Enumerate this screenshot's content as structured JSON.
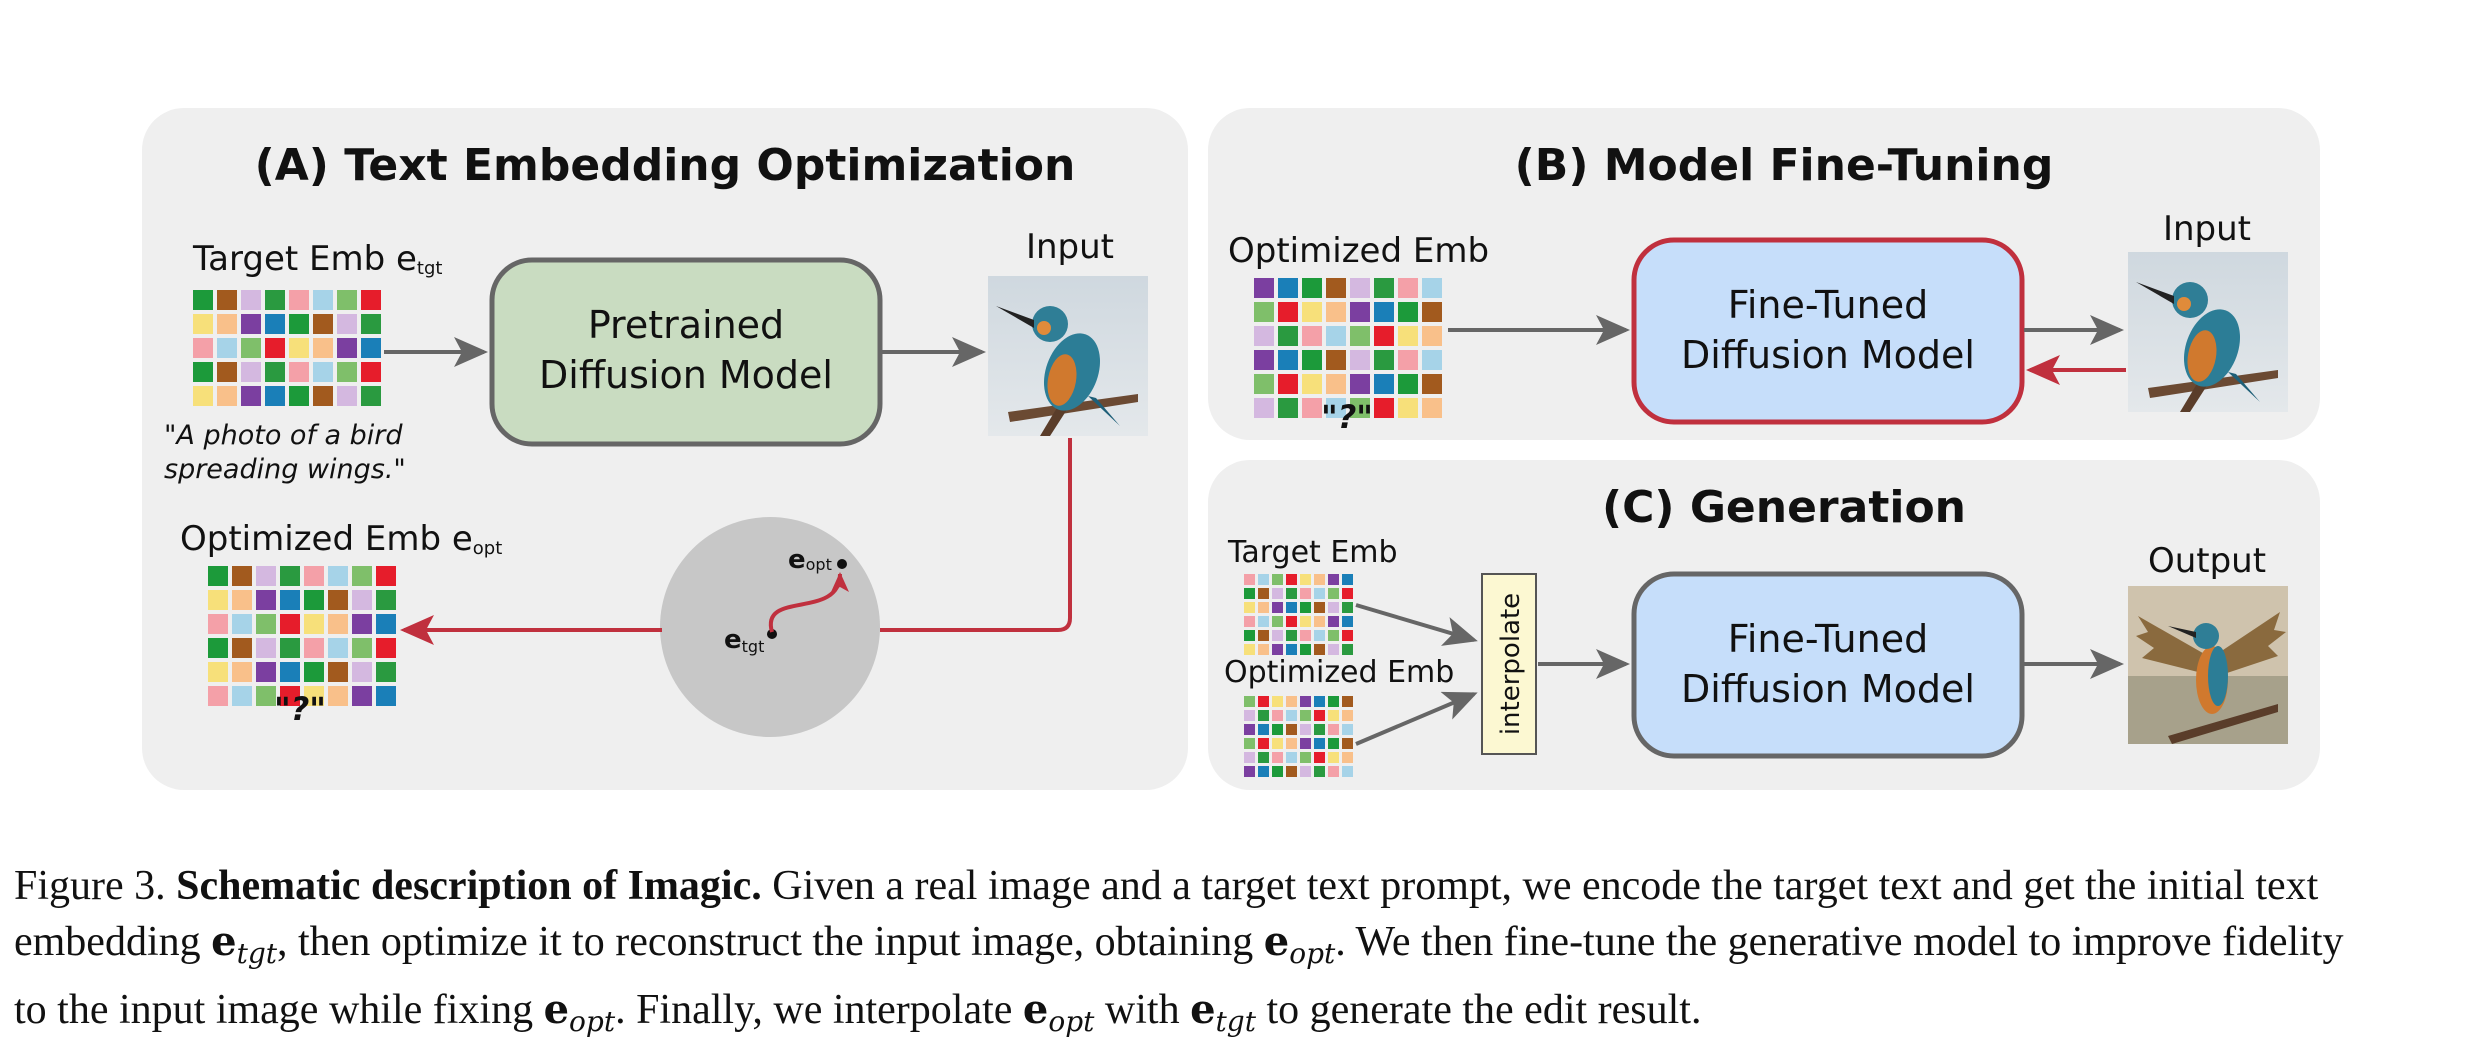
{
  "panel_a": {
    "title": "(A) Text Embedding Optimization",
    "target_emb_label": "Target Emb e",
    "target_emb_sub": "tgt",
    "prompt_line1": "\"A photo of a bird",
    "prompt_line2": "spreading wings.\"",
    "model_line1": "Pretrained",
    "model_line2": "Diffusion Model",
    "input_label": "Input",
    "optimized_emb_label": "Optimized Emb e",
    "optimized_emb_sub": "opt",
    "question": "\"?\"",
    "circle_e_opt": "e",
    "circle_e_opt_sub": "opt",
    "circle_e_tgt": "e",
    "circle_e_tgt_sub": "tgt"
  },
  "panel_b": {
    "title": "(B) Model Fine-Tuning",
    "optimized_emb_label": "Optimized Emb",
    "question": "\"?\"",
    "model_line1": "Fine-Tuned",
    "model_line2": "Diffusion Model",
    "input_label": "Input"
  },
  "panel_c": {
    "title": "(C) Generation",
    "target_emb_label": "Target Emb",
    "optimized_emb_label": "Optimized Emb",
    "interpolate_label": "interpolate",
    "model_line1": "Fine-Tuned",
    "model_line2": "Diffusion Model",
    "output_label": "Output"
  },
  "caption": {
    "figure_label": "Figure 3.",
    "bold_title": "Schematic description of Imagic.",
    "line1_rest": "Given a real image and a target text prompt, we encode the target text and get the initial text",
    "line2_a": "embedding",
    "e_sym": "e",
    "tgt": "tgt",
    "opt": "opt",
    "line2_b": ", then optimize it to reconstruct the input image, obtaining",
    "line2_c": ". We then fine-tune the generative model to improve fidelity",
    "line3_a": "to the input image while fixing",
    "line3_b": ". Finally, we interpolate",
    "line3_c": "with",
    "line3_d": "to generate the edit result."
  },
  "colors": {
    "panel_bg": "#efefef",
    "pretrained_box": "#c9dcc1",
    "finetuned_box": "#c6defa",
    "finetuned_border": "#c0303e",
    "gray_arrow": "#666666",
    "red_arrow": "#c0303e",
    "circle": "#c7c7c7",
    "interpolate_box": "#fcf8d2"
  }
}
